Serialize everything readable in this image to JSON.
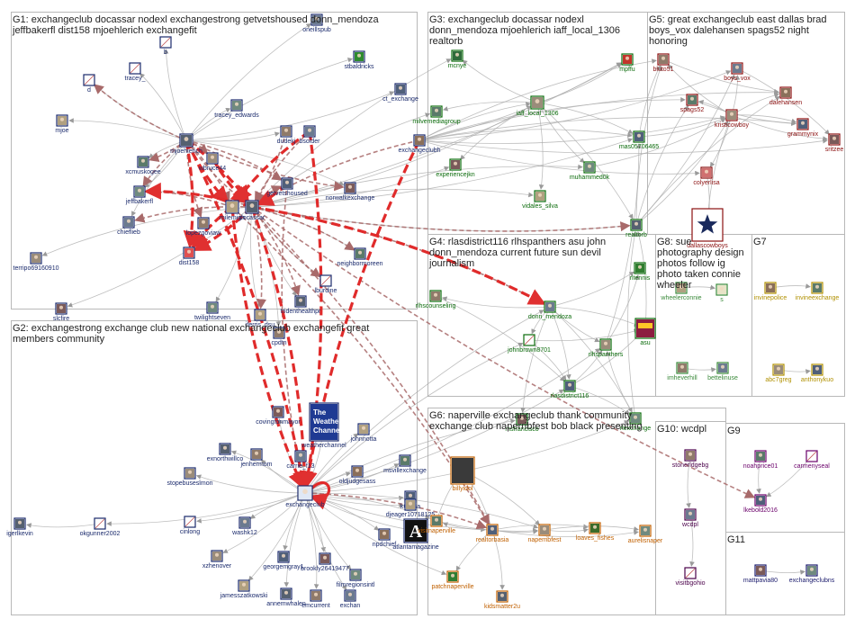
{
  "groups": [
    {
      "id": "G1",
      "lines": [
        "G1: exchangeclub docassar nodexl exchangestrong getvetshoused donn_mendoza",
        "jeffbakerfl dist158 mjoehlerich exchangefit"
      ],
      "label_color": "#1a2a6c"
    },
    {
      "id": "G2",
      "lines": [
        "G2: exchangestrong exchange club new national exchangeclub exchangefit great",
        "members community"
      ],
      "label_color": "#1a2a6c"
    },
    {
      "id": "G3",
      "lines": [
        "G3: exchangeclub docassar nodexl",
        "donn_mendoza mjoehlerich iaff_local_1306",
        "realtorb"
      ],
      "label_color": "#0b6b0b"
    },
    {
      "id": "G4",
      "lines": [
        "G4: rlasdistrict116 rlhspanthers asu john",
        "donn_mendoza current future sun devil",
        "journalism"
      ],
      "label_color": "#0b6b0b"
    },
    {
      "id": "G5",
      "lines": [
        "G5: great exchangeclub east dallas brad",
        "boys_vox dalehansen spags52 night",
        "honoring"
      ],
      "label_color": "#8b1010"
    },
    {
      "id": "G6",
      "lines": [
        "G6: naperville exchangeclub thank community",
        "exchange club naperribfest bob black presenting"
      ],
      "label_color": "#c06000"
    },
    {
      "id": "G7",
      "lines": [
        "G7"
      ],
      "label_color": "#b09000"
    },
    {
      "id": "G8",
      "lines": [
        "G8: sue",
        "photography design",
        "photos follow ig",
        "photo taken connie",
        "wheeler"
      ],
      "label_color": "#3a8a3a"
    },
    {
      "id": "G9",
      "lines": [
        "G9"
      ],
      "label_color": "#6a006a"
    },
    {
      "id": "G10",
      "lines": [
        "G10: wcdpl"
      ],
      "label_color": "#4a004a"
    },
    {
      "id": "G11",
      "lines": [
        "G11"
      ],
      "label_color": "#1a1a6c"
    }
  ],
  "nodes": [
    {
      "id": "oneillspub",
      "label": "oneillspub",
      "color": "#1a2a6c"
    },
    {
      "id": "b",
      "label": "b",
      "color": "#1a2a6c"
    },
    {
      "id": "stbaldricks",
      "label": "stbaldricks",
      "color": "#1a2a6c"
    },
    {
      "id": "tracey_",
      "label": "tracey_",
      "color": "#1a2a6c"
    },
    {
      "id": "ct_exchange",
      "label": "ct_exchange",
      "color": "#1a2a6c"
    },
    {
      "id": "d",
      "label": "d",
      "color": "#1a2a6c"
    },
    {
      "id": "tracey_edwards",
      "label": "tracey_edwards",
      "color": "#1a2a6c"
    },
    {
      "id": "mjoe",
      "label": "mjoe",
      "color": "#1a2a6c"
    },
    {
      "id": "mjoehlerich",
      "label": "mjoehlerich",
      "color": "#1a2a6c"
    },
    {
      "id": "dudekj",
      "label": "dudekj",
      "color": "#1a2a6c"
    },
    {
      "id": "bsolder",
      "label": "bsolder",
      "color": "#1a2a6c"
    },
    {
      "id": "exchangeclubh",
      "label": "exchangeclubh",
      "color": "#1a2a6c"
    },
    {
      "id": "xcmuskogee",
      "label": "xcmuskogee",
      "color": "#1a2a6c"
    },
    {
      "id": "wbruce44",
      "label": "wbruce44",
      "color": "#1a2a6c"
    },
    {
      "id": "getvetshoused",
      "label": "getvetshoused",
      "color": "#1a2a6c"
    },
    {
      "id": "norwalkexchange",
      "label": "norwalkexchange",
      "color": "#1a2a6c"
    },
    {
      "id": "jeffbakerfl",
      "label": "jeffbakerfl",
      "color": "#1a2a6c"
    },
    {
      "id": "milemigh",
      "label": "milemigh",
      "color": "#1a2a6c"
    },
    {
      "id": "docassar",
      "label": "docassar",
      "color": "#1a2a6c"
    },
    {
      "id": "lopezgoviaw",
      "label": "lopezgoviaw",
      "color": "#1a2a6c"
    },
    {
      "id": "chieflieb",
      "label": "chieflieb",
      "color": "#1a2a6c"
    },
    {
      "id": "dist158",
      "label": "dist158",
      "color": "#1a2a6c"
    },
    {
      "id": "neighbormoreen",
      "label": "neighbormoreen",
      "color": "#1a2a6c"
    },
    {
      "id": "terripo69160910",
      "label": "terripo69160910",
      "color": "#1a2a6c"
    },
    {
      "id": "lburdine",
      "label": "lburdine",
      "color": "#1a2a6c"
    },
    {
      "id": "slcfire",
      "label": "slcfire",
      "color": "#1a2a6c"
    },
    {
      "id": "twilightseven",
      "label": "twilightseven",
      "color": "#1a2a6c"
    },
    {
      "id": "jferris_dsu",
      "label": "jferris_dsu",
      "color": "#1a2a6c"
    },
    {
      "id": "tridenthealthpr",
      "label": "tridenthealthpr",
      "color": "#1a2a6c"
    },
    {
      "id": "cpdtn",
      "label": "cpdtn",
      "color": "#1a2a6c"
    },
    {
      "id": "mcnye",
      "label": "mcnye",
      "color": "#0b6b0b"
    },
    {
      "id": "mpffu",
      "label": "mpffu",
      "color": "#0b6b0b"
    },
    {
      "id": "milvemediagroup",
      "label": "milvemediagroup",
      "color": "#0b6b0b"
    },
    {
      "id": "iaff_local_1306",
      "label": "iaff_local_1306",
      "color": "#0b6b0b"
    },
    {
      "id": "mas05706465",
      "label": "mas05706465",
      "color": "#0b6b0b"
    },
    {
      "id": "experiencejkn",
      "label": "experiencejkn",
      "color": "#0b6b0b"
    },
    {
      "id": "muhammed0k",
      "label": "muhammed0k",
      "color": "#0b6b0b"
    },
    {
      "id": "vidales_silva",
      "label": "vidales_silva",
      "color": "#0b6b0b"
    },
    {
      "id": "realtorb",
      "label": "realtorb",
      "color": "#0b6b0b"
    },
    {
      "id": "bluto51",
      "label": "bluto51",
      "color": "#8b1010"
    },
    {
      "id": "boys_vox",
      "label": "boys_vox",
      "color": "#8b1010"
    },
    {
      "id": "dalehansen",
      "label": "dalehansen",
      "color": "#8b1010"
    },
    {
      "id": "spags52",
      "label": "spags52",
      "color": "#8b1010"
    },
    {
      "id": "kristicowboy",
      "label": "kristicowboy",
      "color": "#8b1010"
    },
    {
      "id": "grammynix",
      "label": "grammynix",
      "color": "#8b1010"
    },
    {
      "id": "sritzee",
      "label": "sritzee",
      "color": "#8b1010"
    },
    {
      "id": "colyerlisa",
      "label": "colyerlisa",
      "color": "#8b1010"
    },
    {
      "id": "dallascowboys",
      "label": "dallascowboys",
      "color": "#8b1010"
    },
    {
      "id": "rltennis",
      "label": "rltennis",
      "color": "#0b6b0b"
    },
    {
      "id": "rlhscounseling",
      "label": "rlhscounseling",
      "color": "#0b6b0b"
    },
    {
      "id": "donn_mendoza",
      "label": "donn_mendoza",
      "color": "#0b6b0b"
    },
    {
      "id": "johnbrown8701",
      "label": "johnbrown8701",
      "color": "#0b6b0b"
    },
    {
      "id": "asu",
      "label": "asu",
      "color": "#0b6b0b"
    },
    {
      "id": "rlhspanthers",
      "label": "rlhspanthers",
      "color": "#0b6b0b"
    },
    {
      "id": "rlasdistrict116",
      "label": "rlasdistrict116",
      "color": "#0b6b0b"
    },
    {
      "id": "msfrancisco",
      "label": "msfrancisco",
      "color": "#0b6b0b"
    },
    {
      "id": "rlexchange",
      "label": "rlexchange",
      "color": "#0b6b0b"
    },
    {
      "id": "wheelerconnie",
      "label": "wheelerconnie",
      "color": "#3a8a3a"
    },
    {
      "id": "sue",
      "label": "s",
      "color": "#3a8a3a"
    },
    {
      "id": "imheverhill",
      "label": "imheverhill",
      "color": "#3a8a3a"
    },
    {
      "id": "bettelinuse",
      "label": "bettelinuse",
      "color": "#3a8a3a"
    },
    {
      "id": "invinepolice",
      "label": "invinepolice",
      "color": "#b09000"
    },
    {
      "id": "invineexchange",
      "label": "invineexchange",
      "color": "#b09000"
    },
    {
      "id": "abc7greg",
      "label": "abc7greg",
      "color": "#b09000"
    },
    {
      "id": "anthonykuo",
      "label": "anthonykuo",
      "color": "#b09000"
    },
    {
      "id": "covingtonmayor",
      "label": "covingtonmayor",
      "color": "#1a2a6c"
    },
    {
      "id": "weatherchannel",
      "label": "weatherchannel",
      "color": "#1a2a6c"
    },
    {
      "id": "johnnotta",
      "label": "johnnotta",
      "color": "#1a2a6c"
    },
    {
      "id": "exnorthwillco",
      "label": "exnorthwillco",
      "color": "#1a2a6c"
    },
    {
      "id": "jenhermom",
      "label": "jenhermom",
      "color": "#1a2a6c"
    },
    {
      "id": "carrie_f13",
      "label": "carrie_f13",
      "color": "#1a2a6c"
    },
    {
      "id": "oldjudgesass",
      "label": "oldjudgesass",
      "color": "#1a2a6c"
    },
    {
      "id": "msvillexchange",
      "label": "msvillexchange",
      "color": "#1a2a6c"
    },
    {
      "id": "stopebuseslmon",
      "label": "stopebuseslmon",
      "color": "#1a2a6c"
    },
    {
      "id": "k6tulsa",
      "label": "k6tulsa",
      "color": "#1a2a6c"
    },
    {
      "id": "cinlong",
      "label": "cinlong",
      "color": "#1a2a6c"
    },
    {
      "id": "exchangeclub",
      "label": "exchangeclub",
      "color": "#1a2a6c"
    },
    {
      "id": "djeager10718125",
      "label": "djeager10718125",
      "color": "#1a2a6c"
    },
    {
      "id": "igerlkevin",
      "label": "igerlkevin",
      "color": "#1a2a6c"
    },
    {
      "id": "okgunner2002",
      "label": "okgunner2002",
      "color": "#1a2a6c"
    },
    {
      "id": "washk12",
      "label": "washk12",
      "color": "#1a2a6c"
    },
    {
      "id": "npdchief",
      "label": "npdchief",
      "color": "#1a2a6c"
    },
    {
      "id": "atlantamagazine",
      "label": "atlantamagazine",
      "color": "#1a2a6c"
    },
    {
      "id": "xzhenover",
      "label": "xzhenover",
      "color": "#1a2a6c"
    },
    {
      "id": "georgemgray1",
      "label": "georgemgray1",
      "color": "#1a2a6c"
    },
    {
      "id": "brookly26419477",
      "label": "brookly26419477",
      "color": "#1a2a6c"
    },
    {
      "id": "filmregionsintl",
      "label": "filmregionsintl",
      "color": "#1a2a6c"
    },
    {
      "id": "jamesszatkowski",
      "label": "jamesszatkowski",
      "color": "#1a2a6c"
    },
    {
      "id": "annemwhalen",
      "label": "annemwhalen",
      "color": "#1a2a6c"
    },
    {
      "id": "emcurrent",
      "label": "emcurrent",
      "color": "#1a2a6c"
    },
    {
      "id": "exchan",
      "label": "exchan",
      "color": "#1a2a6c"
    },
    {
      "id": "billyidol",
      "label": "billyidol",
      "color": "#c06000"
    },
    {
      "id": "visitnaperville",
      "label": "visitnaperville",
      "color": "#c06000"
    },
    {
      "id": "naperribfest",
      "label": "naperribfest",
      "color": "#c06000"
    },
    {
      "id": "realtorbasia",
      "label": "realtorbasia",
      "color": "#c06000"
    },
    {
      "id": "loaves_fishes",
      "label": "loaves_fishes",
      "color": "#c06000"
    },
    {
      "id": "aurelisnaper",
      "label": "aurelisnaper",
      "color": "#c06000"
    },
    {
      "id": "patchnaperville",
      "label": "patchnaperville",
      "color": "#c06000"
    },
    {
      "id": "kidsmatter2u",
      "label": "kidsmatter2u",
      "color": "#c06000"
    },
    {
      "id": "stonerldgebg",
      "label": "stonerldgebg",
      "color": "#4a004a"
    },
    {
      "id": "wcdpl",
      "label": "wcdpl",
      "color": "#4a004a"
    },
    {
      "id": "visitbgohio",
      "label": "visitbgohio",
      "color": "#4a004a"
    },
    {
      "id": "noahprice01",
      "label": "noahprice01",
      "color": "#6a006a"
    },
    {
      "id": "carmenyseal",
      "label": "carmenyseal",
      "color": "#6a006a"
    },
    {
      "id": "lkebold2016",
      "label": "lkebold2016",
      "color": "#6a006a"
    },
    {
      "id": "mattpavia80",
      "label": "mattpavia80",
      "color": "#1a1a6c"
    },
    {
      "id": "exchangeclubns",
      "label": "exchangeclubns",
      "color": "#1a1a6c"
    }
  ],
  "weather_channel_logo": [
    "The",
    "Weather",
    "Channel"
  ]
}
